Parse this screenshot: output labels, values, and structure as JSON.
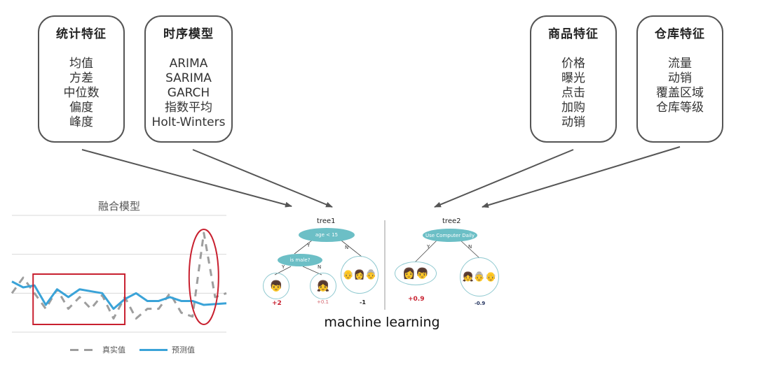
{
  "feature_boxes": [
    {
      "title": "统计特征",
      "items": [
        "均值",
        "方差",
        "中位数",
        "偏度",
        "峰度"
      ]
    },
    {
      "title": "时序模型",
      "items": [
        "ARIMA",
        "SARIMA",
        "GARCH",
        "指数平均",
        "Holt-Winters"
      ]
    },
    {
      "title": "商品特征",
      "items": [
        "价格",
        "曝光",
        "点击",
        "加购",
        "动销"
      ]
    },
    {
      "title": "仓库特征",
      "items": [
        "流量",
        "动销",
        "覆盖区域",
        "仓库等级"
      ]
    }
  ],
  "machine_learning_label": "machine learning",
  "trees": [
    {
      "title": "tree1",
      "root": "age < 15",
      "inner": "is male?",
      "branch_yes": "Y",
      "branch_no": "N",
      "leaves": [
        {
          "people": "boy",
          "score": "+2"
        },
        {
          "people": "girl",
          "score": "+0.1"
        },
        {
          "people": "grandpa, mother, grandma",
          "score": "-1"
        }
      ]
    },
    {
      "title": "tree2",
      "root": "Use Computer Daily",
      "branch_yes": "Y",
      "branch_no": "N",
      "leaves": [
        {
          "people": "mother, boy",
          "score": "+0.9"
        },
        {
          "people": "girl, grandma, grandpa",
          "score": "-0.9"
        }
      ]
    }
  ],
  "colors": {
    "actual": "#9e9e9e",
    "predicted": "#3aa3d8",
    "highlight": "#c8202f",
    "node": "#6cbfc6",
    "positive": "#c8202f",
    "negative": "#1f2f5c"
  },
  "chart_data": {
    "type": "line",
    "title": "融合模型",
    "xlabel": "",
    "ylabel": "",
    "ylim": [
      0,
      3
    ],
    "grid": true,
    "legend": "bottom",
    "x": [
      1,
      2,
      3,
      4,
      5,
      6,
      7,
      8,
      9,
      10,
      11,
      12,
      13,
      14,
      15,
      16,
      17,
      18,
      19,
      20
    ],
    "series": [
      {
        "name": "真实值",
        "style": "dashed",
        "values": [
          1.0,
          1.4,
          1.0,
          0.6,
          1.1,
          0.6,
          0.9,
          0.6,
          0.95,
          0.35,
          0.9,
          0.35,
          0.6,
          0.6,
          1.0,
          0.5,
          0.4,
          2.55,
          0.9,
          1.0
        ]
      },
      {
        "name": "预测值",
        "style": "solid",
        "values": [
          1.3,
          1.15,
          1.2,
          0.7,
          1.1,
          0.9,
          1.1,
          1.05,
          1.0,
          0.6,
          0.85,
          1.0,
          0.8,
          0.8,
          0.9,
          0.8,
          0.8,
          0.7,
          0.72,
          0.74
        ]
      }
    ],
    "annotations": [
      {
        "type": "rectangle",
        "x_range": [
          3,
          11
        ]
      },
      {
        "type": "ellipse",
        "x_range": [
          17,
          19
        ]
      }
    ]
  }
}
